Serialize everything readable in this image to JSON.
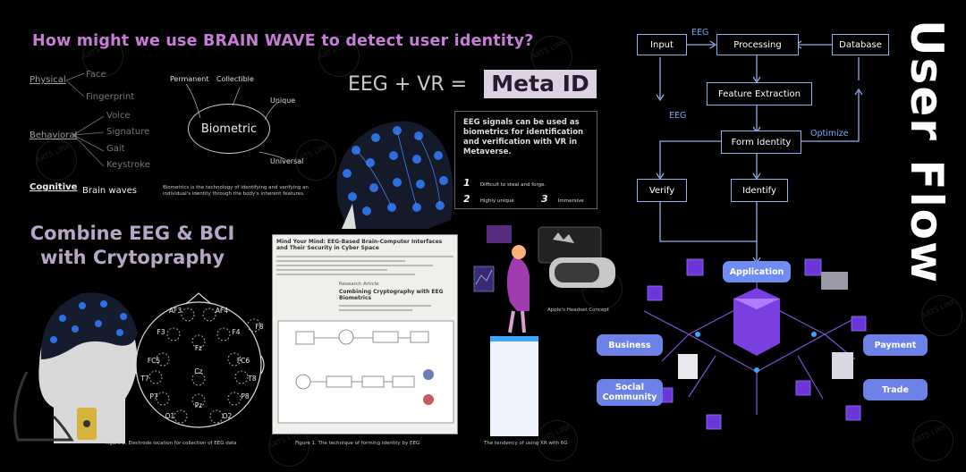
{
  "question": "How might we use BRAIN WAVE to detect user identity?",
  "biometric": {
    "categories": [
      {
        "name": "Physical",
        "items": [
          "Face",
          "Fingerprint"
        ]
      },
      {
        "name": "Behavioral",
        "items": [
          "Voice",
          "Signature",
          "Gait",
          "Keystroke"
        ]
      }
    ],
    "cognitive": "Cognitive",
    "brain_waves": "Brain waves",
    "center": "Biometric",
    "attributes": [
      "Permanent",
      "Collectible",
      "Unique",
      "Universal"
    ],
    "description": "Biometrics is the technology of identifying and verifying an individual's identity through the body's inherent features."
  },
  "combine_title": "Combine EEG & BCI with Crytopraphy",
  "eeg_vr": "EEG + VR =",
  "meta_id": "Meta ID",
  "eeg_box": {
    "text": "EEG signals can be used as biometrics for identification and verification with VR in Metaverse.",
    "points": [
      {
        "num": "1",
        "label": "Difficult to steal and forge."
      },
      {
        "num": "2",
        "label": "Highly unique"
      },
      {
        "num": "3",
        "label": "Immersive"
      }
    ]
  },
  "electrodes": [
    "AF3",
    "AF4",
    "F3",
    "F4",
    "F8",
    "Fz",
    "FC5",
    "FC6",
    "T7",
    "Cz",
    "T8",
    "P7",
    "P8",
    "Pz",
    "O1",
    "O2"
  ],
  "paper": {
    "title": "Mind Your Mind: EEG-Based Brain-Computer Interfaces and Their Security in Cyber Space",
    "research_label": "Research Article",
    "research_title": "Combining Cryptography with EEG Biometrics"
  },
  "captions": {
    "electrode": "Figure 2. Electrode location for collection of EEG data",
    "technique": "Figure 1. The technique of forming identity by EEG",
    "headset": "Apple's Headset Concept",
    "xr": "The tendency of using XR with 6G"
  },
  "flow": {
    "title": "User Flow",
    "input": "Input",
    "processing": "Processing",
    "database": "Database",
    "feature_extraction": "Feature Extraction",
    "form_identity": "Form Identity",
    "verify": "Verify",
    "identify": "Identify",
    "eeg_label_top": "EEG",
    "eeg_label_side": "EEG",
    "optimize": "Optimize",
    "application": "Application",
    "business": "Business",
    "social": "Social Community",
    "payment": "Payment",
    "trade": "Trade"
  },
  "watermark": "ARTS LINK",
  "colors": {
    "question": "#c77dd6",
    "flow_line": "#8db0ee",
    "pill": "#6d82e6",
    "app_box": "#6f8df0",
    "meta_bg": "#ddd2e4"
  }
}
